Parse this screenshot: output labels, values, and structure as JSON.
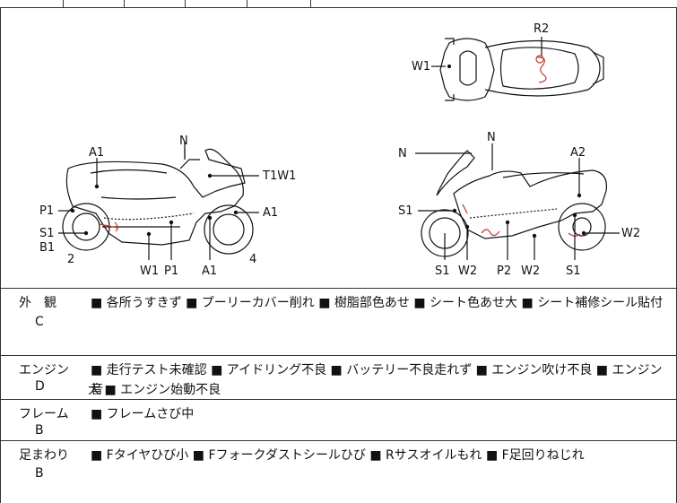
{
  "top_row": {
    "visible": true
  },
  "diagram": {
    "top_view": {
      "labels": {
        "w1": "W1",
        "r2": "R2"
      }
    },
    "left_side": {
      "labels": {
        "n": "N",
        "a1_top": "A1",
        "t1w1": "T1W1",
        "p1_left": "P1",
        "a1_right": "A1",
        "s1": "S1",
        "b1": "B1",
        "num2": "2",
        "w1": "W1",
        "p1_bottom": "P1",
        "a1_bottom": "A1",
        "num4": "4"
      }
    },
    "right_side": {
      "labels": {
        "n_top": "N",
        "n_left": "N",
        "a2": "A2",
        "s1_left": "S1",
        "w2_right": "W2",
        "s1_bottom": "S1",
        "w2_bottom": "W2",
        "p2": "P2",
        "w2_bottom2": "W2",
        "s1_bottom2": "S1"
      }
    }
  },
  "rows": [
    {
      "category": "外　観",
      "grade": "C",
      "line1": "■ 各所うすきず ■ プーリーカバー削れ ■ 樹脂部色あせ ■ シート色あせ大 ■ シート補修シール貼付",
      "line2": ""
    },
    {
      "category": "エンジン",
      "grade": "D",
      "line1": "■ 走行テスト未確認 ■ アイドリング不良 ■ バッテリー不良走れず ■ エンジン吹け不良 ■ エンジン音",
      "line2": "大 ■ エンジン始動不良"
    },
    {
      "category": "フレーム",
      "grade": "B",
      "line1": "■ フレームさび中",
      "line2": ""
    },
    {
      "category": "足まわり",
      "grade": "B",
      "line1": "■ Fタイヤひび小 ■ Fフォークダストシールひび ■ Rサスオイルもれ ■ F足回りねじれ",
      "line2": ""
    }
  ],
  "colors": {
    "line": "#111111",
    "marker": "#c0392b"
  }
}
